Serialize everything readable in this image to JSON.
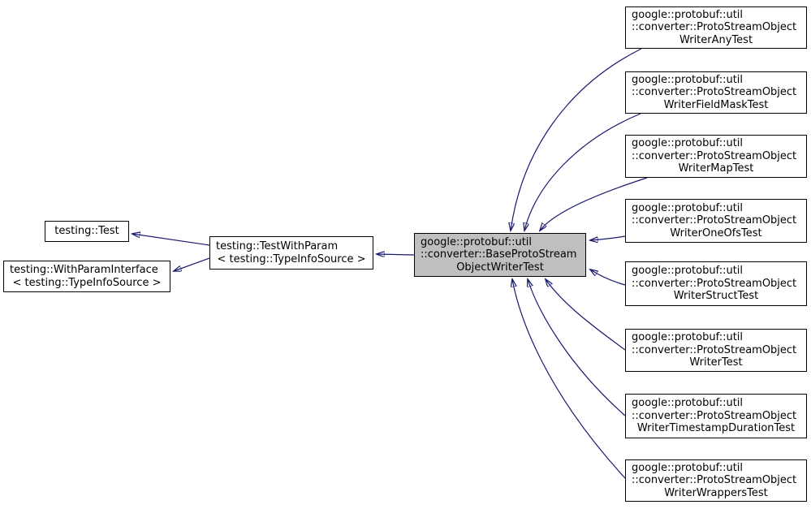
{
  "colors": {
    "edge": "#191970",
    "node_border": "#000000",
    "node_fill": "#ffffff",
    "highlight_fill": "#bfbfbf",
    "background": "#ffffff"
  },
  "nodes": [
    {
      "id": "testing-test",
      "lines": [
        "testing::Test"
      ]
    },
    {
      "id": "testing-with-param-interface",
      "lines": [
        "testing::WithParamInterface",
        "< testing::TypeInfoSource >"
      ]
    },
    {
      "id": "testing-test-with-param",
      "lines": [
        "testing::TestWithParam",
        "< testing::TypeInfoSource >"
      ]
    },
    {
      "id": "base-proto-stream-object-writer-test",
      "highlighted": true,
      "lines": [
        "google::protobuf::util",
        "::converter::BaseProtoStream",
        "ObjectWriterTest"
      ]
    },
    {
      "id": "proto-stream-object-writer-any-test",
      "lines": [
        "google::protobuf::util",
        "::converter::ProtoStreamObject",
        "WriterAnyTest"
      ]
    },
    {
      "id": "proto-stream-object-writer-field-mask-test",
      "lines": [
        "google::protobuf::util",
        "::converter::ProtoStreamObject",
        "WriterFieldMaskTest"
      ]
    },
    {
      "id": "proto-stream-object-writer-map-test",
      "lines": [
        "google::protobuf::util",
        "::converter::ProtoStreamObject",
        "WriterMapTest"
      ]
    },
    {
      "id": "proto-stream-object-writer-one-ofs-test",
      "lines": [
        "google::protobuf::util",
        "::converter::ProtoStreamObject",
        "WriterOneOfsTest"
      ]
    },
    {
      "id": "proto-stream-object-writer-struct-test",
      "lines": [
        "google::protobuf::util",
        "::converter::ProtoStreamObject",
        "WriterStructTest"
      ]
    },
    {
      "id": "proto-stream-object-writer-test",
      "lines": [
        "google::protobuf::util",
        "::converter::ProtoStreamObject",
        "WriterTest"
      ]
    },
    {
      "id": "proto-stream-object-writer-timestamp-duration-test",
      "lines": [
        "google::protobuf::util",
        "::converter::ProtoStreamObject",
        "WriterTimestampDurationTest"
      ]
    },
    {
      "id": "proto-stream-object-writer-wrappers-test",
      "lines": [
        "google::protobuf::util",
        "::converter::ProtoStreamObject",
        "WriterWrappersTest"
      ]
    }
  ],
  "edges": [
    {
      "from": "testing-test-with-param",
      "to": "testing-test"
    },
    {
      "from": "testing-test-with-param",
      "to": "testing-with-param-interface"
    },
    {
      "from": "base-proto-stream-object-writer-test",
      "to": "testing-test-with-param"
    },
    {
      "from": "proto-stream-object-writer-any-test",
      "to": "base-proto-stream-object-writer-test"
    },
    {
      "from": "proto-stream-object-writer-field-mask-test",
      "to": "base-proto-stream-object-writer-test"
    },
    {
      "from": "proto-stream-object-writer-map-test",
      "to": "base-proto-stream-object-writer-test"
    },
    {
      "from": "proto-stream-object-writer-one-ofs-test",
      "to": "base-proto-stream-object-writer-test"
    },
    {
      "from": "proto-stream-object-writer-struct-test",
      "to": "base-proto-stream-object-writer-test"
    },
    {
      "from": "proto-stream-object-writer-test",
      "to": "base-proto-stream-object-writer-test"
    },
    {
      "from": "proto-stream-object-writer-timestamp-duration-test",
      "to": "base-proto-stream-object-writer-test"
    },
    {
      "from": "proto-stream-object-writer-wrappers-test",
      "to": "base-proto-stream-object-writer-test"
    }
  ]
}
